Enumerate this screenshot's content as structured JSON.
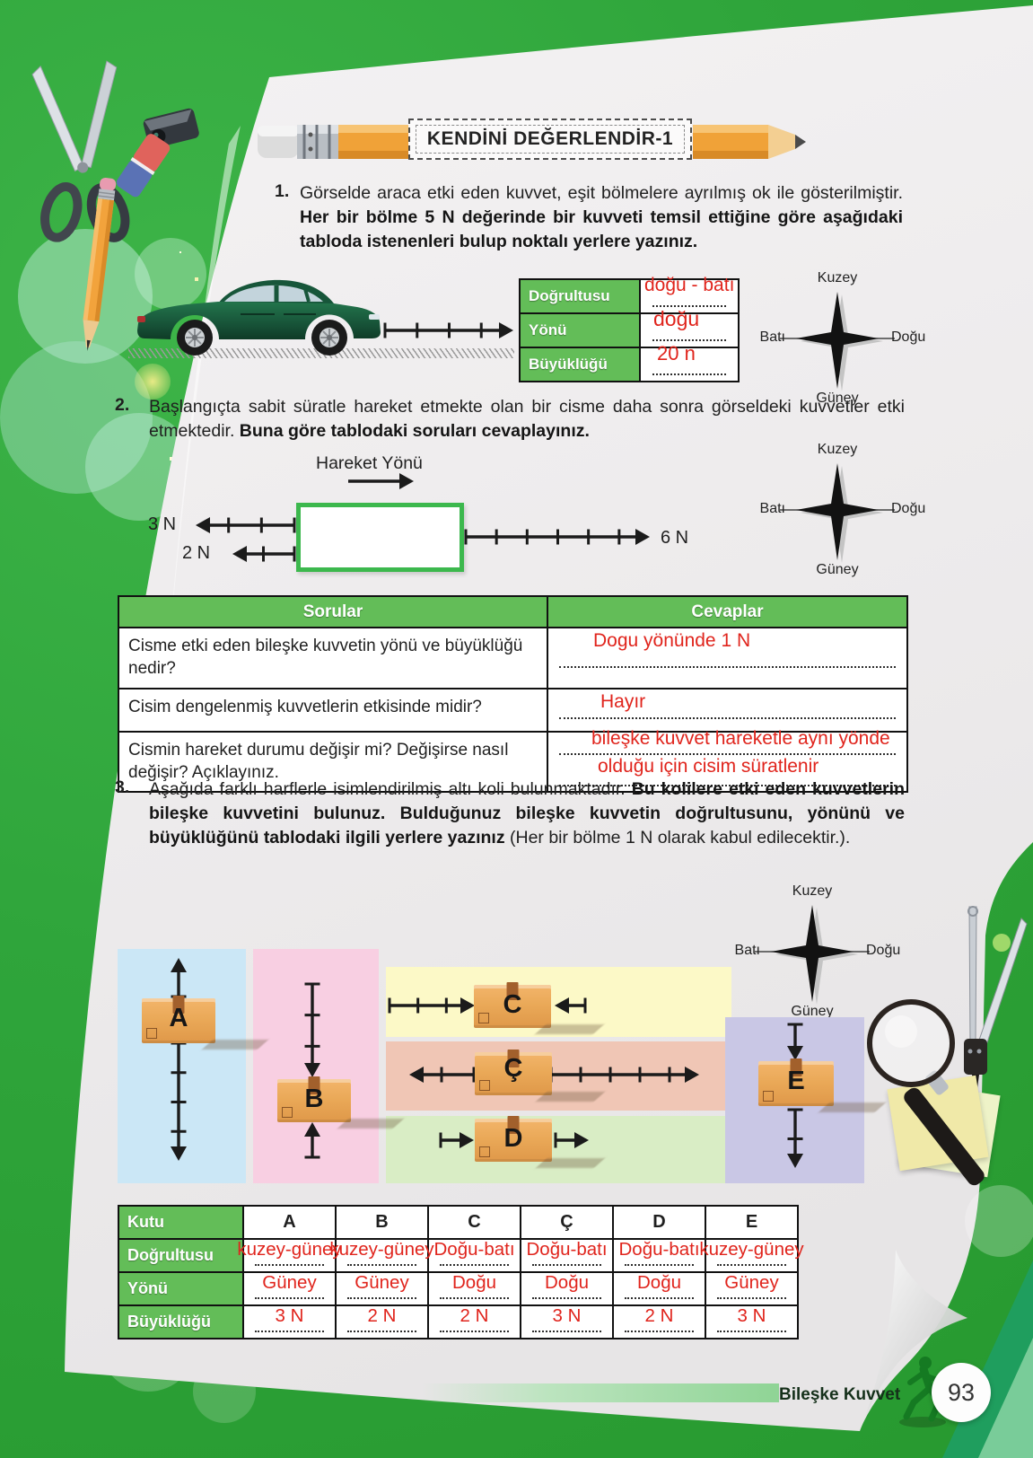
{
  "header": {
    "title": "KENDİNİ DEĞERLENDİR-1"
  },
  "compass": {
    "north": "Kuzey",
    "south": "Güney",
    "west": "Batı",
    "east": "Doğu"
  },
  "q1": {
    "number": "1.",
    "text_normal": "Görselde araca etki eden kuvvet, eşit bölmelere ayrılmış ok ile gösterilmiştir. ",
    "text_bold": "Her bir bölme 5 N değerinde bir kuvveti temsil ettiğine göre aşağıdaki tabloda istenenleri bulup noktalı yerlere yazınız.",
    "table": {
      "rows": [
        {
          "label": "Doğrultusu",
          "answer": "doğu - batı"
        },
        {
          "label": "Yönü",
          "answer": "doğu"
        },
        {
          "label": "Büyüklüğü",
          "answer": "20 n"
        }
      ]
    }
  },
  "q2": {
    "number": "2.",
    "text_normal": "Başlangıçta sabit süratle hareket etmekte olan bir cisme daha sonra görseldeki kuvvetler etki etmektedir. ",
    "text_bold": "Buna göre tablodaki soruları cevaplayınız.",
    "diagram": {
      "motion_label": "Hareket Yönü",
      "forces": {
        "left_top": "3 N",
        "left_bottom": "2 N",
        "right": "6 N"
      }
    },
    "table": {
      "header_questions": "Sorular",
      "header_answers": "Cevaplar",
      "rows": [
        {
          "question": "Cisme etki eden bileşke kuvvetin yönü ve büyüklüğü nedir?",
          "answer": "Dogu yönünde 1 N"
        },
        {
          "question": "Cisim dengelenmiş kuvvetlerin etkisinde midir?",
          "answer": "Hayır"
        },
        {
          "question": "Cismin hareket durumu değişir mi? Değişirse nasıl değişir? Açıklayınız.",
          "answer_line1": "bileşke kuvvet hareketle aynı yönde",
          "answer_line2": "olduğu için cisim süratlenir"
        }
      ]
    }
  },
  "q3": {
    "number": "3.",
    "text_normal": "Aşağıda farklı harflerle isimlendirilmiş altı koli bulunmaktadır. ",
    "text_bold": "Bu kolilere etki eden kuvvetlerin bileşke kuvvetini bulunuz. Bulduğunuz bileşke kuvvetin doğrultusunu, yönünü ve büyüklüğünü tablodaki ilgili yerlere yazınız ",
    "text_normal2": "(Her bir bölme 1 N olarak kabul edilecektir.).",
    "figure": {
      "boxes": [
        {
          "label": "A",
          "forces": [
            {
              "dir": "up",
              "n": 1
            },
            {
              "dir": "down",
              "n": 4
            }
          ]
        },
        {
          "label": "B",
          "forces": [
            {
              "dir": "down",
              "n": 3
            },
            {
              "dir": "up",
              "n": 1
            }
          ]
        },
        {
          "label": "C",
          "forces": [
            {
              "dir": "right",
              "n": 3
            },
            {
              "dir": "left",
              "n": 1
            }
          ]
        },
        {
          "label": "Ç",
          "forces": [
            {
              "dir": "left",
              "n": 2
            },
            {
              "dir": "right",
              "n": 5
            }
          ]
        },
        {
          "label": "D",
          "forces": [
            {
              "dir": "right",
              "n": 1
            },
            {
              "dir": "right",
              "n": 1
            }
          ]
        },
        {
          "label": "E",
          "forces": [
            {
              "dir": "down",
              "n": 1
            },
            {
              "dir": "down",
              "n": 2
            }
          ]
        }
      ]
    },
    "table": {
      "corner": "Kutu",
      "columns": [
        "A",
        "B",
        "C",
        "Ç",
        "D",
        "E"
      ],
      "rows": [
        {
          "label": "Doğrultusu",
          "answers": [
            "kuzey-güney",
            "kuzey-güney",
            "Doğu-batı",
            "Doğu-batı",
            "Doğu-batı",
            "kuzey-güney"
          ]
        },
        {
          "label": "Yönü",
          "answers": [
            "Güney",
            "Güney",
            "Doğu",
            "Doğu",
            "Doğu",
            "Güney"
          ]
        },
        {
          "label": "Büyüklüğü",
          "answers": [
            "3 N",
            "2 N",
            "2 N",
            "3 N",
            "2 N",
            "3 N"
          ]
        }
      ]
    }
  },
  "footer": {
    "section": "Bileşke Kuvvet",
    "page": "93"
  },
  "colors": {
    "background_green": "#2fa53b",
    "table_green": "#63bd58",
    "answer_red": "#e0241c",
    "diagram_box_green": "#3cb84d"
  }
}
